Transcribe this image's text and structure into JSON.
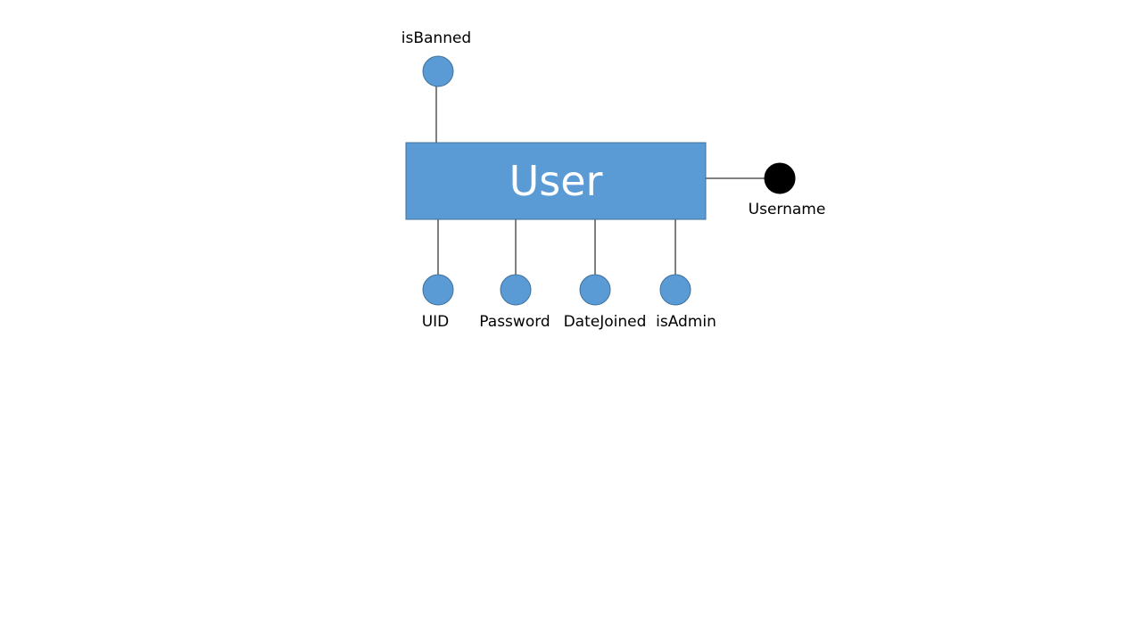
{
  "entity": {
    "name": "User",
    "fill_color": "#5b9bd5"
  },
  "attributes": [
    {
      "id": "isBanned",
      "label": "isBanned",
      "is_key": false
    },
    {
      "id": "username",
      "label": "Username",
      "is_key": true
    },
    {
      "id": "uid",
      "label": "UID",
      "is_key": false
    },
    {
      "id": "password",
      "label": "Password",
      "is_key": false
    },
    {
      "id": "datejoined",
      "label": "DateJoined",
      "is_key": false
    },
    {
      "id": "isadmin",
      "label": "isAdmin",
      "is_key": false
    }
  ],
  "colors": {
    "attribute": "#5b9bd5",
    "key_attribute": "#000000",
    "connector": "#000000"
  }
}
